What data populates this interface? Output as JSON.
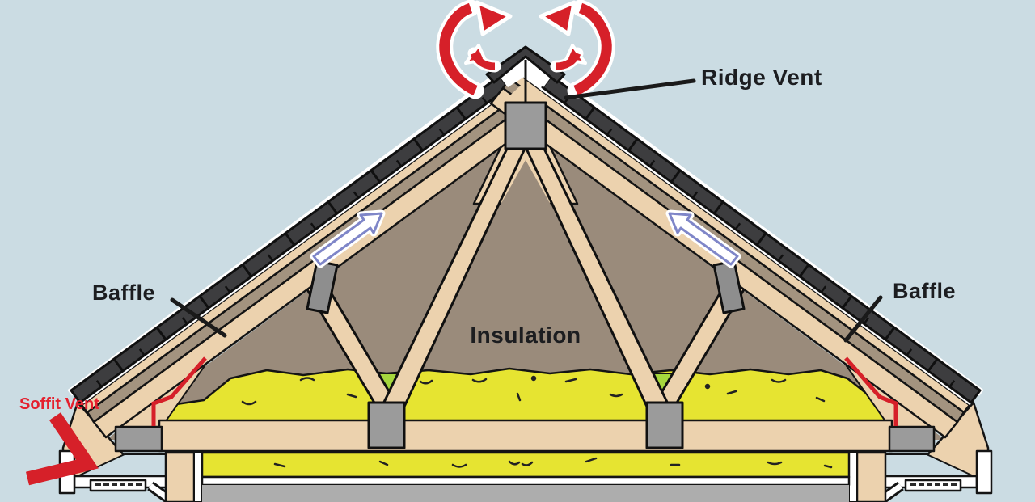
{
  "diagram": {
    "type": "attic-ventilation-cross-section",
    "labels": {
      "ridge_vent": "Ridge Vent",
      "baffle_left": "Baffle",
      "baffle_right": "Baffle",
      "insulation": "Insulation",
      "soffit_vent": "Soffit Vent"
    },
    "icons": {
      "ridge_airflow": "red-curved-arrows-exiting-ridge-vent",
      "attic_airflow_left": "white-arrow-up-left-roof-slope",
      "attic_airflow_right": "white-arrow-up-right-roof-slope",
      "soffit_airflow": "red-bent-arrow-pointing-at-soffit-vent"
    }
  },
  "colors": {
    "sky": "#cbdce3",
    "shingles": "#3d3d3f",
    "wood_tan": "#ecd2ae",
    "attic_brown": "#9a8b7b",
    "vent_channel": "#a3937f",
    "insulation_yellow": "#e6e431",
    "insulation_green": "#a6d83e",
    "gusset_gray": "#9b9b9b",
    "baffle_board_gray": "#8e8e8e",
    "room_gray": "#adadad",
    "arrow_red": "#d62029",
    "airflow_arrow_outline": "#7f86c8",
    "label_dark": "#1c1d20",
    "label_red": "#e4202e",
    "outline_black": "#141414"
  }
}
